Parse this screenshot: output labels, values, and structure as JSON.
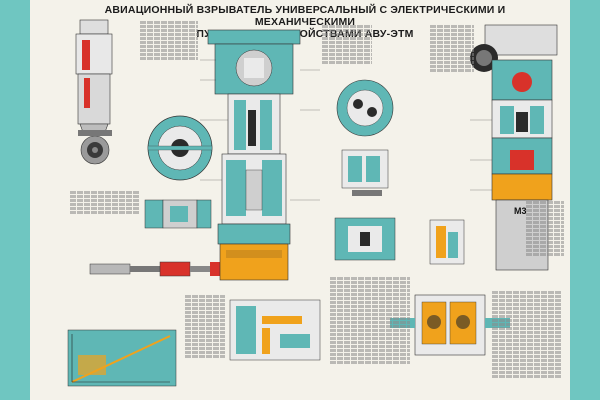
{
  "poster": {
    "title_line1": "АВИАЦИОННЫЙ ВЗРЫВАТЕЛЬ УНИВЕРСАЛЬНЫЙ С ЭЛЕКТРИЧЕСКИМИ И МЕХАНИЧЕСКИМИ",
    "title_line2": "ПУСКОВЫМИ УСТРОЙСТВАМИ АВУ-ЭТМ",
    "marking": "М3",
    "colors": {
      "teal": "#5fb7b5",
      "orange": "#f0a21c",
      "red": "#d8322a",
      "dark": "#2b2b2b",
      "paper": "#f4f2ea",
      "border": "#6fc6c1"
    }
  }
}
